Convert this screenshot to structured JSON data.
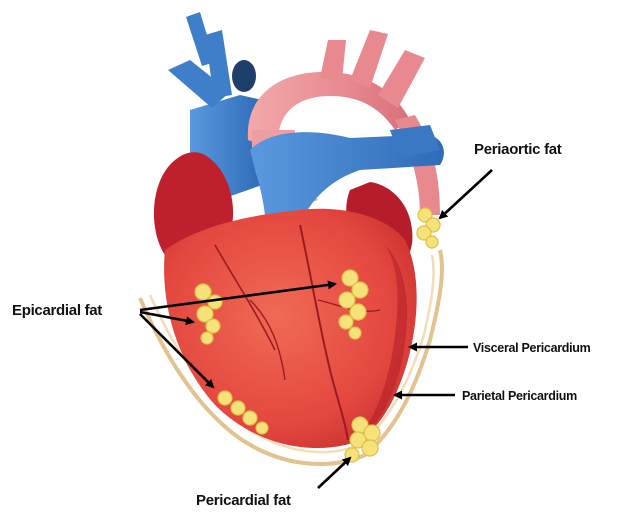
{
  "labels": {
    "periaortic": "Periaortic fat",
    "epicardial": "Epicardial fat",
    "visceral": "Visceral Pericardium",
    "parietal": "Parietal Pericardium",
    "pericardial": "Pericardial fat"
  },
  "colors": {
    "background": "#ffffff",
    "vein_blue": "#3f7fc9",
    "artery_pink": "#e8898f",
    "atrium_dark_red": "#c0202e",
    "ventricle_red": "#e4473f",
    "fat_yellow": "#f6e27a",
    "pericardium_line": "#e2c38f",
    "arrow": "#000000"
  }
}
